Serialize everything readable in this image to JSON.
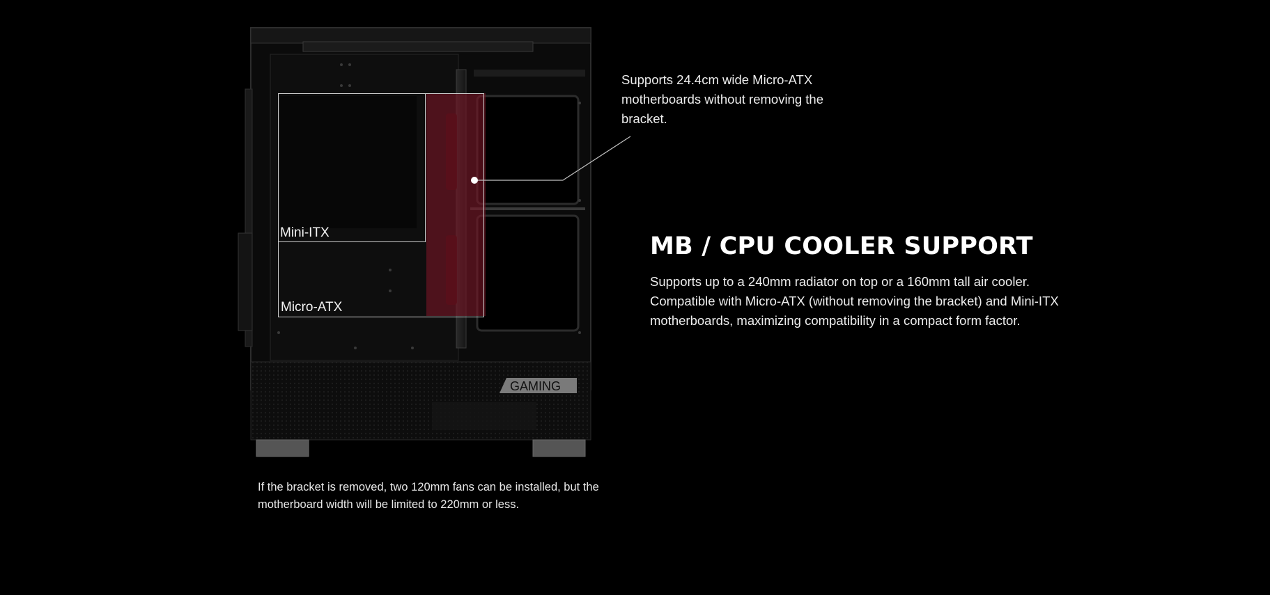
{
  "case": {
    "badge_text": "GAMING",
    "colors": {
      "bracket_highlight": "#7a1626"
    },
    "labels": {
      "mini_itx": "Mini-ITX",
      "micro_atx": "Micro-ATX"
    }
  },
  "callout": {
    "text": "Supports 24.4cm wide Micro-ATX motherboards without removing the bracket."
  },
  "feature": {
    "title": "MB / CPU COOLER SUPPORT",
    "description": "Supports up to a 240mm radiator on top or a 160mm tall air cooler. Compatible with Micro-ATX (without removing the bracket) and Mini-ITX motherboards, maximizing compatibility in a compact form factor."
  },
  "footnote": {
    "text": "If the bracket is removed, two 120mm fans can be installed, but the motherboard width will be limited to 220mm or less."
  },
  "icons": [
    "pc-case-illustration"
  ]
}
